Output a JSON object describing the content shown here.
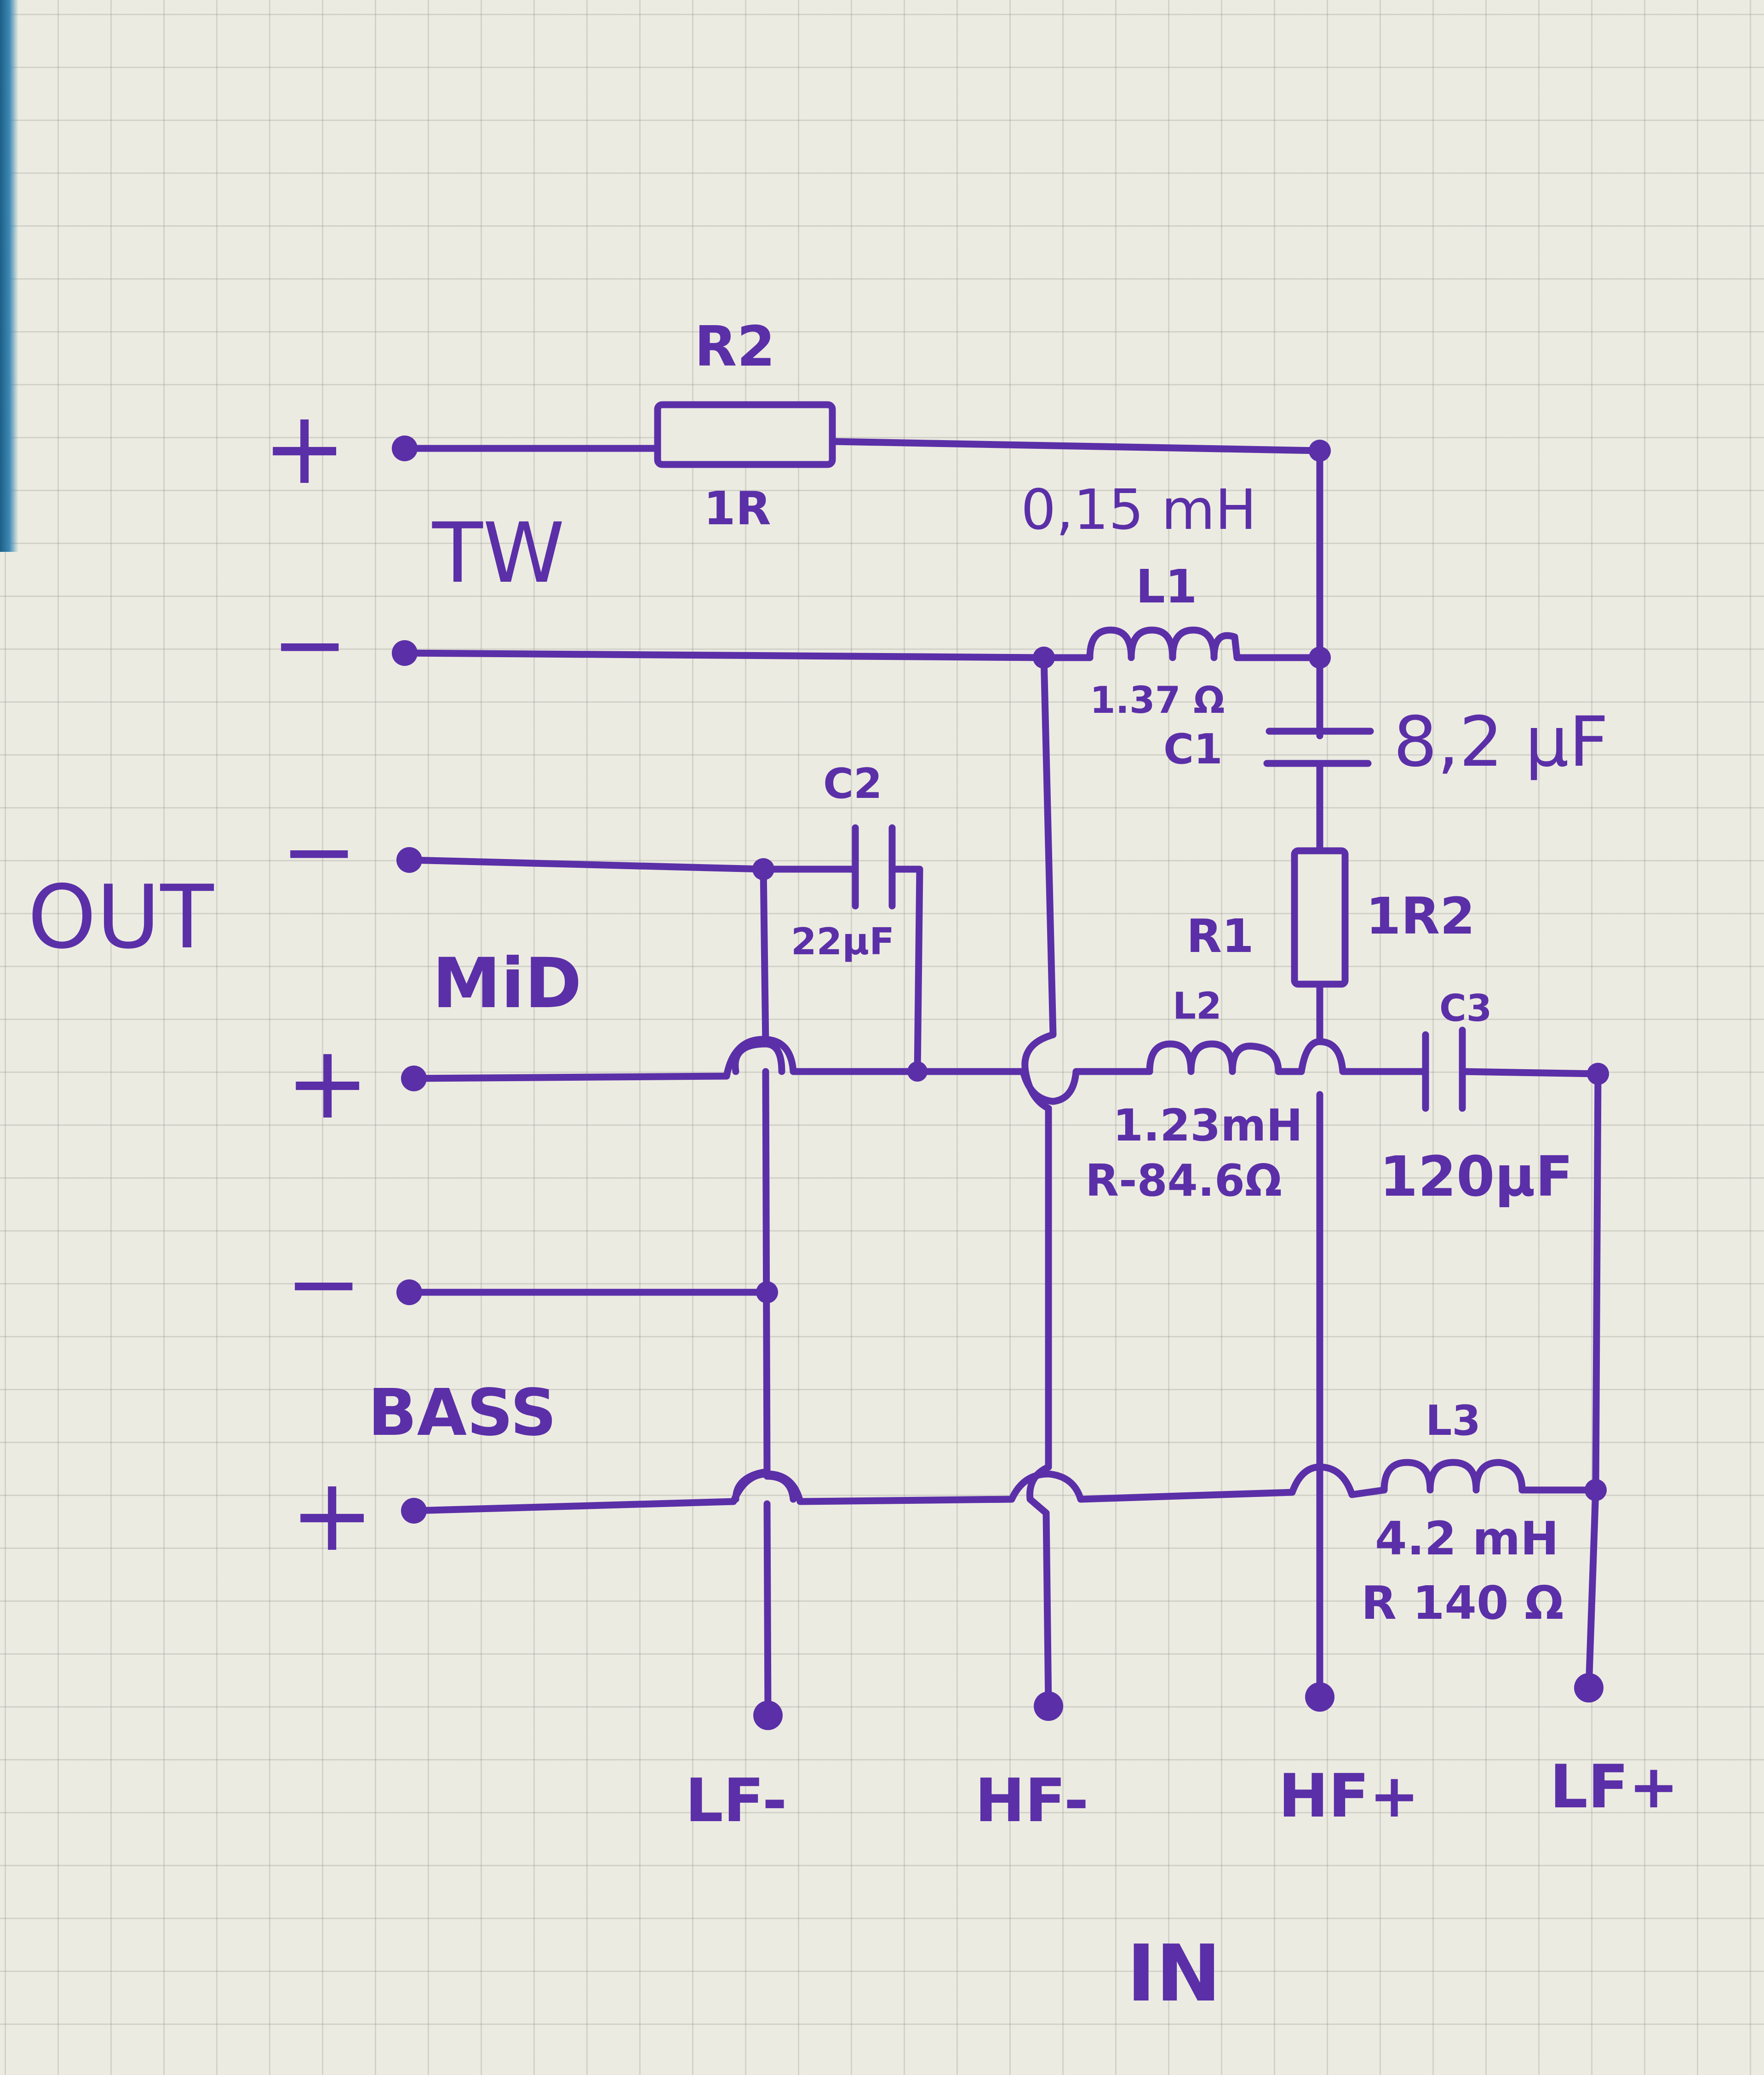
{
  "title": "OUT",
  "input_label": "IN",
  "outputs": {
    "tweeter": {
      "name": "TW",
      "plus": "+",
      "minus": "−"
    },
    "mid": {
      "name": "MiD",
      "minus": "−",
      "plus": "+"
    },
    "bass": {
      "name": "BASS",
      "minus": "−",
      "plus": "+"
    }
  },
  "inputs": [
    "LF-",
    "HF-",
    "HF+",
    "LF+"
  ],
  "components": {
    "R2": {
      "label": "R2",
      "value": "1R"
    },
    "L1": {
      "label": "L1",
      "value": "0,15 mH",
      "resistance": "1.37 Ω"
    },
    "C1": {
      "label": "C1",
      "value": "8,2 μF"
    },
    "C2": {
      "label": "C2",
      "value": "22μF"
    },
    "R1": {
      "label": "R1",
      "value": "1R2"
    },
    "L2": {
      "label": "L2",
      "value": "1.23mH",
      "resistance": "R-84.6Ω"
    },
    "C3": {
      "label": "C3",
      "value": "120μF"
    },
    "L3": {
      "label": "L3",
      "value": "4.2 mH",
      "resistance": "R 140 Ω"
    }
  },
  "colors": {
    "ink": "#5b2fa8",
    "paper": "#ecebe1",
    "grid": "#b9b8b0"
  }
}
